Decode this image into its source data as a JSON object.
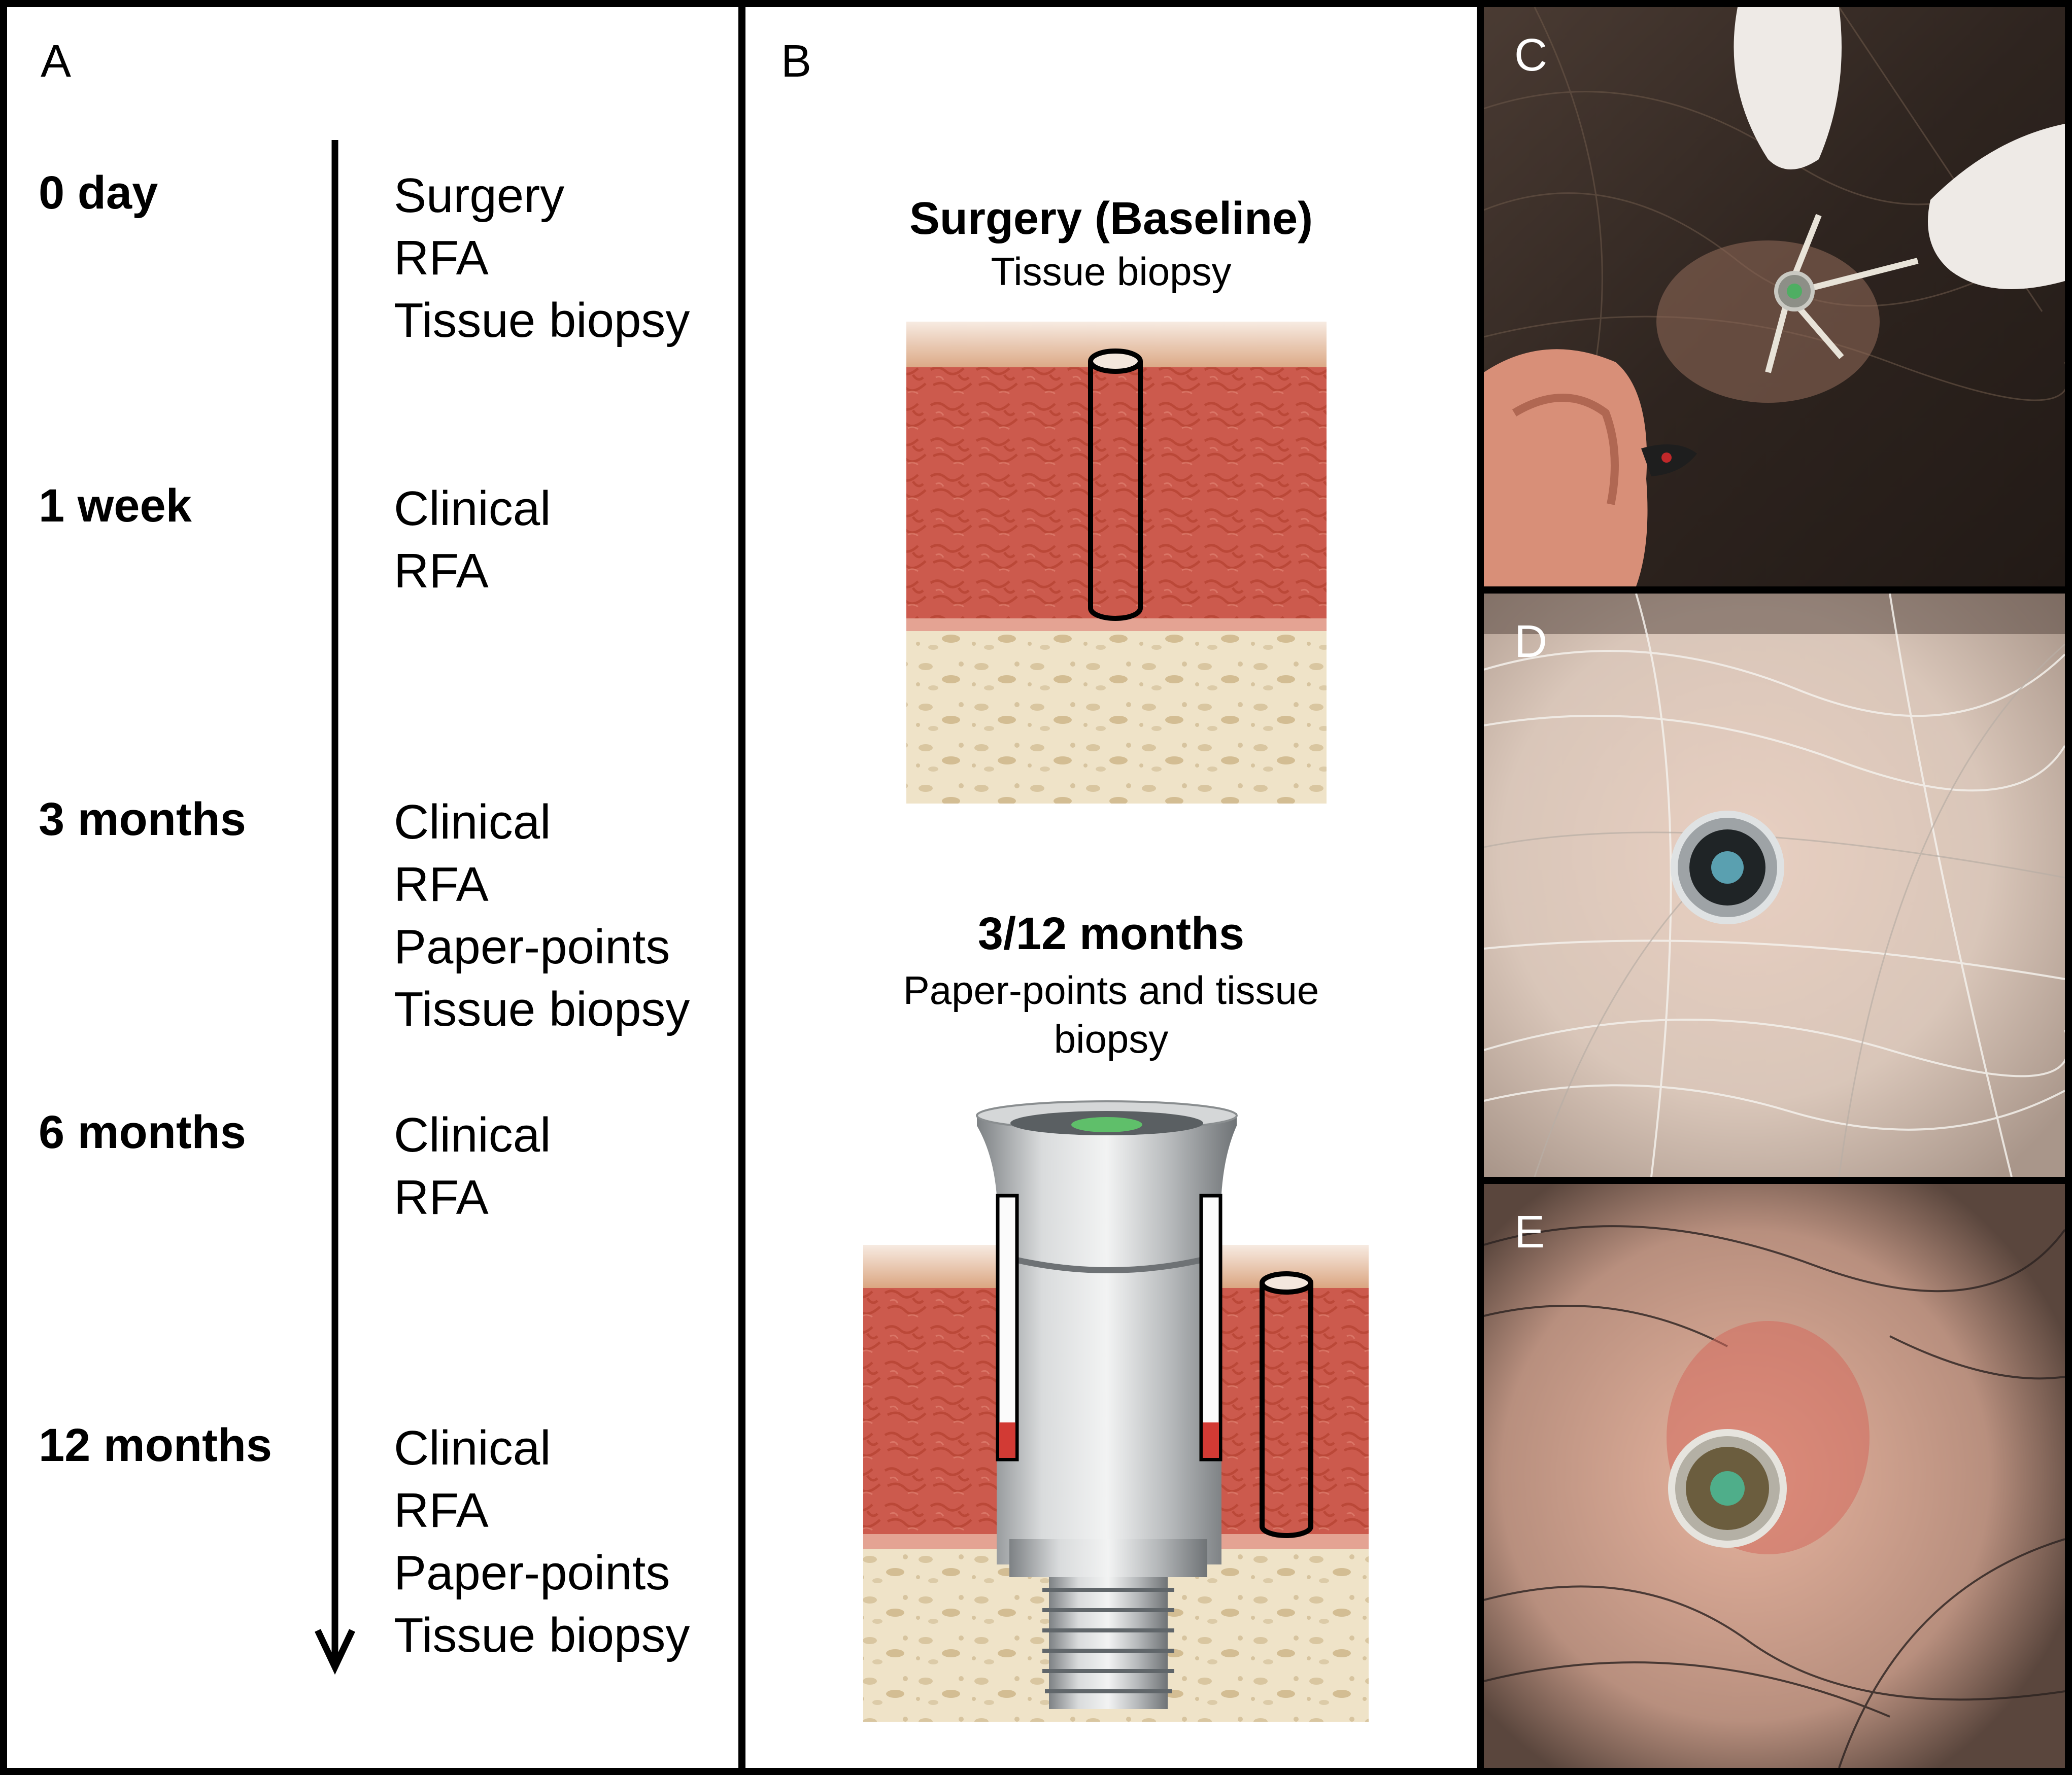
{
  "panels": {
    "a": {
      "letter": "A",
      "timeline": [
        {
          "label": "0 day",
          "activities": [
            "Surgery",
            "RFA",
            "Tissue biopsy"
          ]
        },
        {
          "label": "1 week",
          "activities": [
            "Clinical",
            "RFA"
          ]
        },
        {
          "label": "3 months",
          "activities": [
            "Clinical",
            "RFA",
            "Paper-points",
            "Tissue biopsy"
          ]
        },
        {
          "label": "6 months",
          "activities": [
            "Clinical",
            "RFA"
          ]
        },
        {
          "label": "12 months",
          "activities": [
            "Clinical",
            "RFA",
            "Paper-points",
            "Tissue biopsy"
          ]
        }
      ]
    },
    "b": {
      "letter": "B",
      "baseline_title": "Surgery (Baseline)",
      "baseline_subtitle": "Tissue biopsy",
      "followup_title": "3/12 months",
      "followup_subtitle_line1": "Paper-points and tissue",
      "followup_subtitle_line2": "biopsy"
    },
    "c": {
      "letter": "C"
    },
    "d": {
      "letter": "D"
    },
    "e": {
      "letter": "E"
    }
  },
  "colors": {
    "soft_tissue": "#c9584b",
    "skin": "#e7c1a0",
    "bone": "#efe4c9",
    "abutment": "#b9bcbe",
    "screw": "#5fbf6a",
    "outline": "#000000"
  }
}
